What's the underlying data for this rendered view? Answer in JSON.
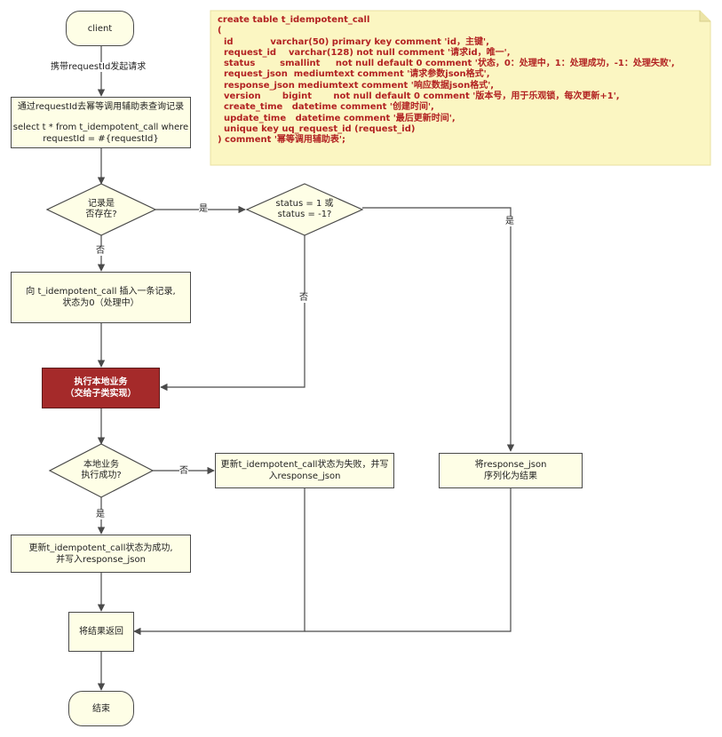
{
  "nodes": {
    "client": "client",
    "query_lines": [
      "通过requestId去幂等调用辅助表查询记录",
      "",
      "select t * from t_idempotent_call where",
      "requestId = #{requestId}"
    ],
    "exists_lines": [
      "记录是",
      "否存在?"
    ],
    "status_lines": [
      "status = 1 或",
      "status = -1?"
    ],
    "insert_lines": [
      "向 t_idempotent_call 插入一条记录,",
      "状态为0（处理中）"
    ],
    "local_lines": [
      "执行本地业务",
      "（交给子类实现）"
    ],
    "success_lines": [
      "本地业务",
      "执行成功?"
    ],
    "fail_lines": [
      "更新t_idempotent_call状态为失败，并写",
      "入response_json"
    ],
    "serialize_lines": [
      "将response_json",
      "序列化为结果"
    ],
    "update_success_lines": [
      "更新t_idempotent_call状态为成功,",
      "并写入response_json"
    ],
    "return": "将结果返回",
    "end": "结束"
  },
  "edges": {
    "carry": "携带requestId发起请求",
    "exists_yes": "是",
    "exists_no": "否",
    "status_yes": "是",
    "status_no": "否",
    "success_no": "否",
    "success_yes": "是"
  },
  "note": {
    "lines": [
      "create table t_idempotent_call",
      "(",
      "  id            varchar(50) primary key comment 'id，主键',",
      "  request_id    varchar(128) not null comment '请求id，唯一',",
      "  status        smallint     not null default 0 comment '状态，0：处理中，1：处理成功，-1：处理失败',",
      "  request_json  mediumtext comment '请求参数json格式',",
      "  response_json mediumtext comment '响应数据json格式',",
      "  version       bigint       not null default 0 comment '版本号，用于乐观锁，每次更新+1',",
      "  create_time   datetime comment '创建时间',",
      "  update_time   datetime comment '最后更新时间',",
      "  unique key uq_request_id (request_id)",
      ") comment '幂等调用辅助表';"
    ]
  },
  "colors": {
    "node_fill": "#fefee6",
    "highlight_fill": "#a52a2a",
    "note_fill": "#fbf6c2",
    "note_text": "#b22222",
    "line": "#4a4a4a"
  }
}
